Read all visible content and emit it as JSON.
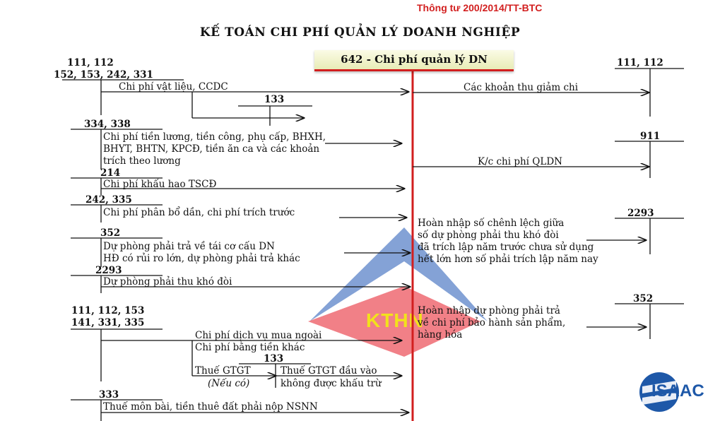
{
  "reference": "Thông tư 200/2014/TT-BTC",
  "title": "KẾ TOÁN CHI PHÍ QUẢN LÝ DOANH NGHIỆP",
  "central_account": "642 - Chi phí quản lý DN",
  "left_accounts": {
    "a1_line1": "111, 112",
    "a1_line2": "152, 153, 242, 331",
    "a133_inner": "133",
    "a334": "334, 338",
    "a214": "214",
    "a242": "242, 335",
    "a352": "352",
    "a2293": "2293",
    "a111_line1": "111, 112, 153",
    "a111_line2": "141, 331, 335",
    "a133_tax": "133",
    "a333": "333"
  },
  "left_entries": {
    "materials": "Chi phí vật liệu, CCDC",
    "salary_1": "Chi phí tiền lương, tiền công, phụ cấp, BHXH,",
    "salary_2": "BHYT, BHTN, KPCĐ, tiền ăn ca và các khoản",
    "salary_3": "trích theo lương",
    "depreciation": "Chi phí khấu hao TSCĐ",
    "allocation": "Chi phí phân bổ dần, chi phí trích trước",
    "provision_1": "Dự phòng phải trả về tái cơ cấu DN",
    "provision_2": "HĐ có rủi ro lớn, dự phòng phải trả khác",
    "bad_debt": "Dự phòng phải thu khó đòi",
    "services": "Chi phí dịch vụ mua ngoài",
    "other_cash": "Chi phí bằng tiền khác",
    "vat": "Thuế GTGT",
    "vat_note": "(Nếu có)",
    "vat_nd_1": "Thuế GTGT đầu vào",
    "vat_nd_2": "không được khấu trừ",
    "license_tax": "Thuế môn bài, tiền thuê đất phải nộp NSNN"
  },
  "right_accounts": {
    "r111": "111, 112",
    "r911": "911",
    "r2293": "2293",
    "r352": "352"
  },
  "right_entries": {
    "reductions": "Các khoản thu giảm chi",
    "transfer": "K/c chi phí QLDN",
    "reversal_bad_1": "Hoàn nhập số chênh lệch giữa",
    "reversal_bad_2": "số dự phòng phải thu khó đòi",
    "reversal_bad_3": "đã trích lập năm trước chưa sử dụng",
    "reversal_bad_4": "hết lớn hơn số phải trích lập năm nay",
    "reversal_prov_1": "Hoàn nhập dự phòng phải trả",
    "reversal_prov_2": "về chi phí bảo hành sản phẩm,",
    "reversal_prov_3": "hàng hóa"
  },
  "watermark": "KTHN",
  "logo": "ISAAC",
  "colors": {
    "axis": "#d21f1f",
    "reference": "#d21f1f",
    "logo": "#1e58a8"
  }
}
